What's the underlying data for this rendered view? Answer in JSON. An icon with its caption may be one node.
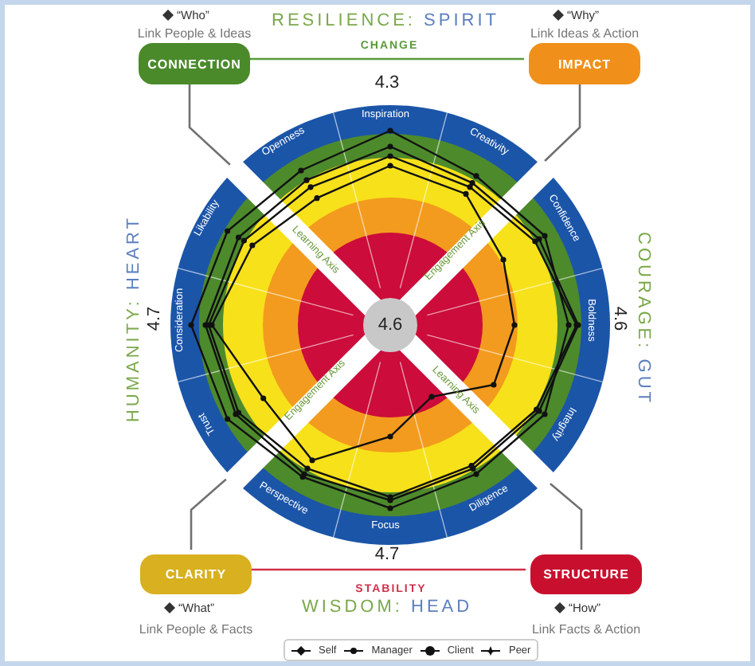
{
  "diagram": {
    "nodes": [
      {
        "text": [
          "CONNECTION"
        ],
        "beside": [
          "“Who”",
          "Link People & Ideas"
        ]
      },
      {
        "text": [
          "IMPACT"
        ],
        "beside": [
          "“Why”",
          "Link Ideas & Action"
        ]
      },
      {
        "text": [],
        "shape": "circle"
      },
      {
        "text": [
          "4.6"
        ],
        "in": 2
      },
      {
        "text": [
          "CLARITY"
        ],
        "beside": [
          "“What”",
          "Link People & Facts"
        ]
      },
      {
        "text": [
          "STRUCTURE"
        ],
        "beside": [
          "“How”",
          "Link Facts & Action"
        ]
      }
    ],
    "edges": [
      {
        "from": 0,
        "to": 1,
        "arrow": "none",
        "label": "CHANGE",
        "color": "#5a9a3a"
      },
      {
        "from": 4,
        "to": 5,
        "arrow": "none",
        "label": "STABILITY",
        "color": "#d0304a"
      },
      {
        "from": 0,
        "to": 2,
        "arrow": "none"
      },
      {
        "from": 1,
        "to": 2,
        "arrow": "none"
      },
      {
        "from": 4,
        "to": 2,
        "arrow": "none"
      },
      {
        "from": 5,
        "to": 2,
        "arrow": "none"
      }
    ],
    "labels": [
      "RESILIENCE: SPIRIT",
      "4.3",
      "Openness",
      "Inspiration",
      "Creativity",
      "HUMANITY: HEART",
      "4.7",
      "Likability",
      "Confidence",
      "COURAGE: GUT",
      "4.6",
      "Learning Axis",
      "Engagement Axis",
      "Consideration",
      "Boldness",
      "Engagement Axis",
      "Learning Axis",
      "Trust",
      "Integrity",
      "Perspective",
      "Focus",
      "Diligence",
      "4.7",
      "WISDOM: HEAD"
    ],
    "legend": [
      {
        "text": "Self"
      },
      {
        "text": "Manager"
      },
      {
        "text": "Client"
      },
      {
        "text": "Peer"
      }
    ]
  }
}
